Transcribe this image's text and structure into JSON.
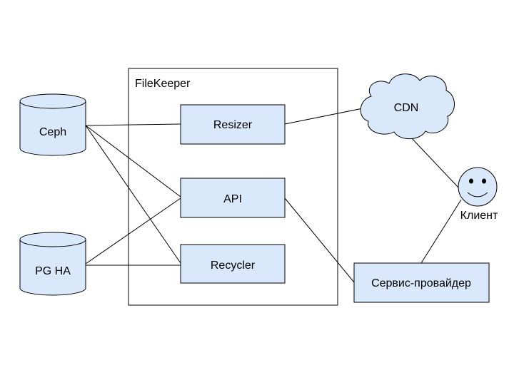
{
  "diagram": {
    "container": {
      "label": "FileKeeper"
    },
    "databases": [
      {
        "id": "ceph",
        "label": "Ceph"
      },
      {
        "id": "pgha",
        "label": "PG HA"
      }
    ],
    "services": [
      {
        "id": "resizer",
        "label": "Resizer"
      },
      {
        "id": "api",
        "label": "API"
      },
      {
        "id": "recycler",
        "label": "Recycler"
      }
    ],
    "cdn": {
      "label": "CDN"
    },
    "client": {
      "label": "Клиент"
    },
    "provider": {
      "label": "Сервис-провайдер"
    },
    "colors": {
      "box_fill": "#dae8fc",
      "stroke": "#000000",
      "face_fill": "#dae8fc",
      "background": "#ffffff"
    }
  }
}
